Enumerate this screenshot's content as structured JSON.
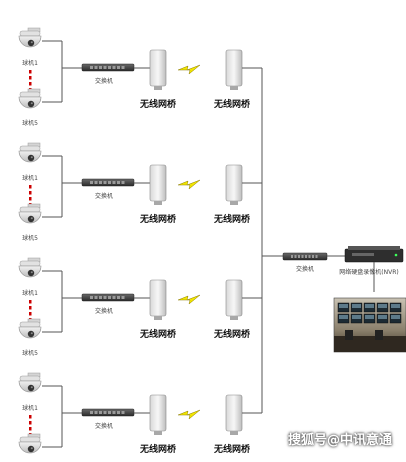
{
  "labels": {
    "camera_top": "球机1",
    "camera_bottom": "球机5",
    "switch": "交换机",
    "bridge": "无线网桥",
    "nvr": "网络硬盘录像机(NVR)"
  },
  "watermark": "搜狐号@中讯意通",
  "colors": {
    "line": "#555555",
    "dots": "#cc0000",
    "bolt": "#f2e600",
    "bolt_stroke": "#8a7a00",
    "device": "#3a3a3a"
  },
  "groups": [
    {
      "id": "group-1"
    },
    {
      "id": "group-2"
    },
    {
      "id": "group-3"
    },
    {
      "id": "group-4"
    }
  ]
}
